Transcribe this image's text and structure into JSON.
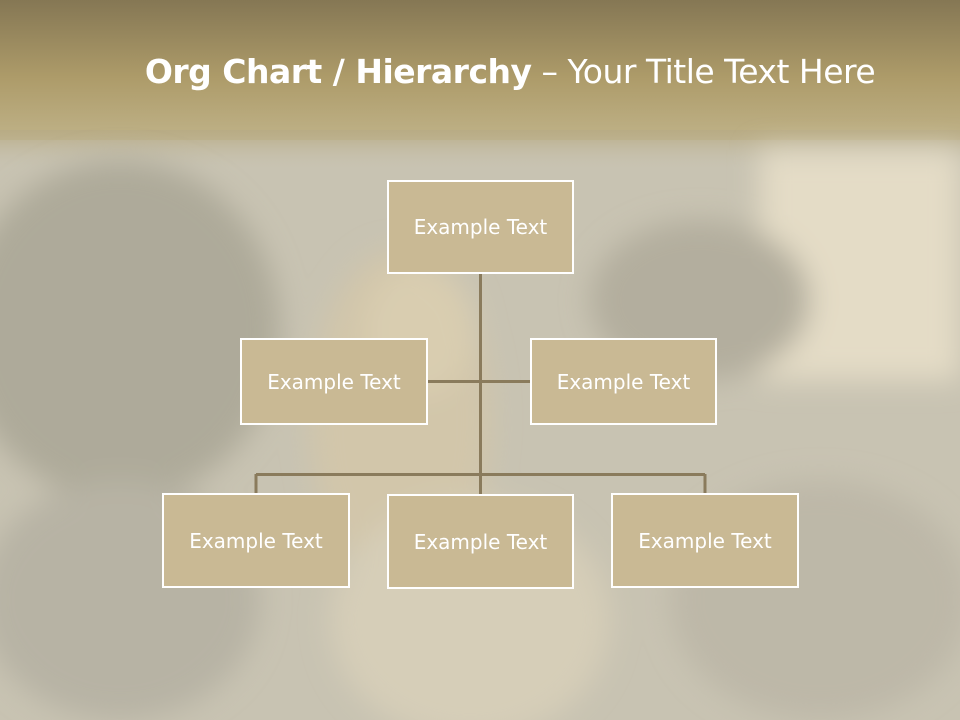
{
  "title": {
    "bold": "Org Chart / Hierarchy",
    "dash": " – ",
    "light": "Your Title Text Here"
  },
  "nodes": [
    {
      "label": "Example Text"
    },
    {
      "label": "Example Text"
    },
    {
      "label": "Example Text"
    },
    {
      "label": "Example Text"
    },
    {
      "label": "Example Text"
    },
    {
      "label": "Example Text"
    }
  ],
  "colors": {
    "box_fill": "#c9b994",
    "box_border": "#ffffff",
    "connector": "#8a7b5c",
    "header_band": "#a89663"
  }
}
